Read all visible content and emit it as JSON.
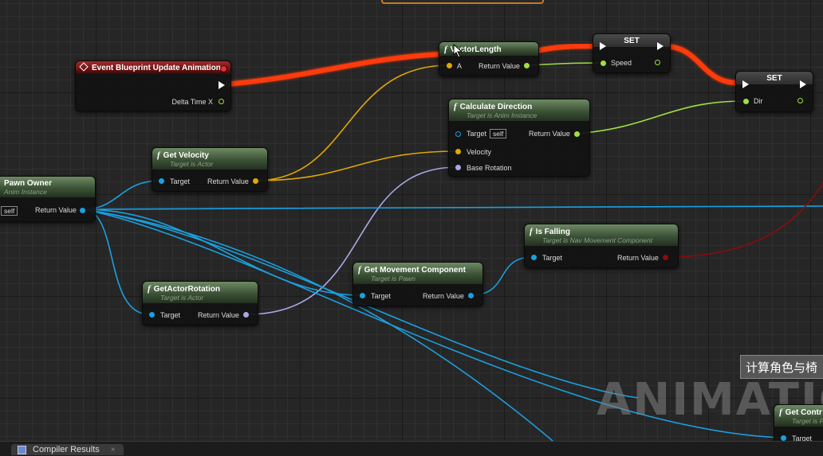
{
  "colors": {
    "exec_wire": "#ff3a10",
    "object_wire": "#1aa0e0",
    "vector_wire": "#e0a800",
    "rotator_wire": "#a8a8e8",
    "float_wire": "#a0e040",
    "bool_wire": "#8a0c0c",
    "function_header": "#3c5236",
    "event_header": "#8a1c1c"
  },
  "nodes": {
    "event": {
      "title": "Event Blueprint Update Animation",
      "pin_delta": "Delta Time X"
    },
    "pawn_owner": {
      "title": "Pawn Owner",
      "subtitle": "Anim Instance",
      "self_label": "self",
      "pin_out": "Return Value"
    },
    "get_velocity": {
      "title": "Get Velocity",
      "subtitle": "Target is Actor",
      "pin_in": "Target",
      "pin_out": "Return Value"
    },
    "vector_length": {
      "title": "VectorLength",
      "pin_in": "A",
      "pin_out": "Return Value"
    },
    "set_speed": {
      "title": "SET",
      "pin_in": "Speed"
    },
    "calc_direction": {
      "title": "Calculate Direction",
      "subtitle": "Target is Anim Instance",
      "pin_target": "Target",
      "self_label": "self",
      "pin_velocity": "Velocity",
      "pin_rotation": "Base Rotation",
      "pin_out": "Return Value"
    },
    "set_dir": {
      "title": "SET",
      "pin_in": "Dir"
    },
    "is_falling": {
      "title": "Is Falling",
      "subtitle": "Target is Nav Movement Component",
      "pin_in": "Target",
      "pin_out": "Return Value"
    },
    "get_movement": {
      "title": "Get Movement Component",
      "subtitle": "Target is Pawn",
      "pin_in": "Target",
      "pin_out": "Return Value"
    },
    "get_actor_rotation": {
      "title": "GetActorRotation",
      "subtitle": "Target is Actor",
      "pin_in": "Target",
      "pin_out": "Return Value"
    },
    "get_controller": {
      "title": "Get Contr",
      "subtitle": "Target is P",
      "pin_in": "Target"
    }
  },
  "overlay": {
    "tooltip_text": "计算角色与椅",
    "watermark_text": "ANIMATION"
  },
  "bottom": {
    "compiler_tab_label": "Compiler Results"
  }
}
